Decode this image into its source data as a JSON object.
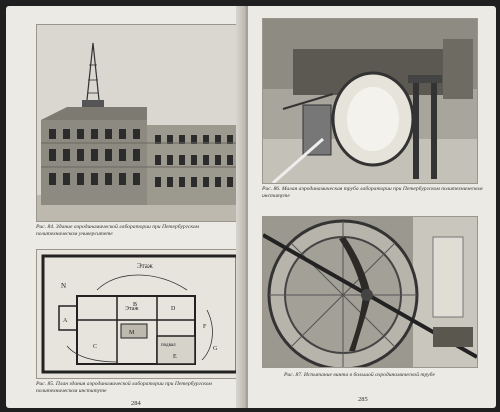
{
  "left_page": {
    "figure_84": {
      "number": "Рис. 84.",
      "caption": "Здание аэродинамической лаборатории при Петербургском политехническом университете"
    },
    "figure_85": {
      "number": "Рис. 85.",
      "caption": "План здания аэродинамической лаборатории при Петербургском политехническом институте",
      "plan_labels": {
        "top": "Этаж",
        "inner": "Этаж",
        "north": "N",
        "a": "A",
        "b": "B",
        "c": "C",
        "d": "D",
        "m": "M",
        "e": "E",
        "f": "F",
        "basement": "подвал",
        "g": "G"
      }
    },
    "page_number": "284"
  },
  "right_page": {
    "figure_86": {
      "number": "Рис. 86.",
      "caption": "Малая аэродинамическая труба лаборатории при Петербургском политехническом институте"
    },
    "figure_87": {
      "number": "Рис. 87.",
      "caption": "Испытание винта в большой аэродинамической трубе"
    },
    "page_number": "285"
  },
  "colors": {
    "paper": "#eceae4",
    "ink": "#222222",
    "photo_bg": "#cfccc4"
  }
}
